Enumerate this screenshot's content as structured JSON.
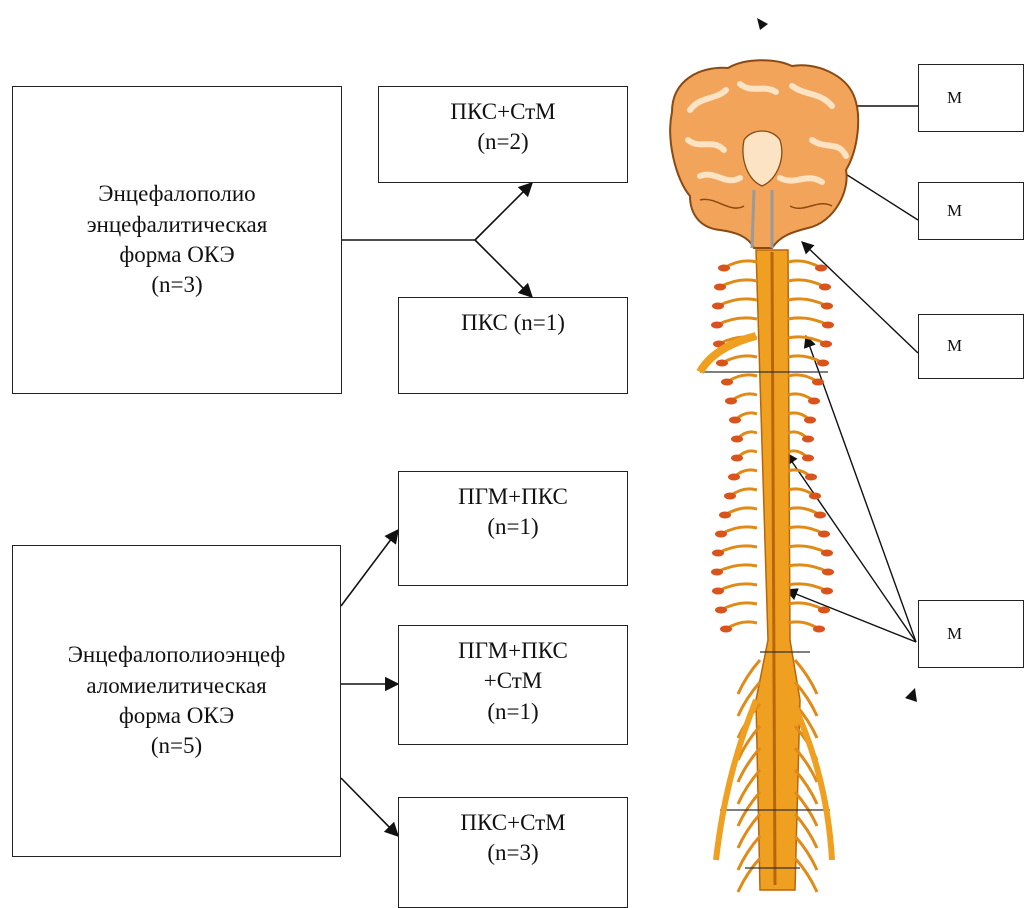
{
  "left_groups": [
    {
      "title": "Энцефалополио\nэнцефалитическая\nформа ОКЭ\n(n=3)",
      "outcomes": [
        "ПКС+СтМ\n(n=2)",
        "ПКС (n=1)"
      ]
    },
    {
      "title": "Энцефалополиоэнцеф\nаломиелитическая\nформа ОКЭ\n(n=5)",
      "outcomes": [
        "ПГМ+ПКС\n(n=1)",
        "ПГМ+ПКС\n+СтМ\n(n=1)",
        "ПКС+СтМ\n(n=3)"
      ]
    }
  ],
  "right_labels": [
    "М",
    "М",
    "М",
    "М"
  ],
  "colors": {
    "nerve": "#f0a020",
    "nerve_dark": "#b8650c",
    "ganglion": "#d9531c",
    "brain_fill": "#f2a55a",
    "brain_light": "#fbe3c4",
    "line": "#111111"
  },
  "icons": [
    "brain-illustration",
    "spinal-cord-illustration"
  ]
}
